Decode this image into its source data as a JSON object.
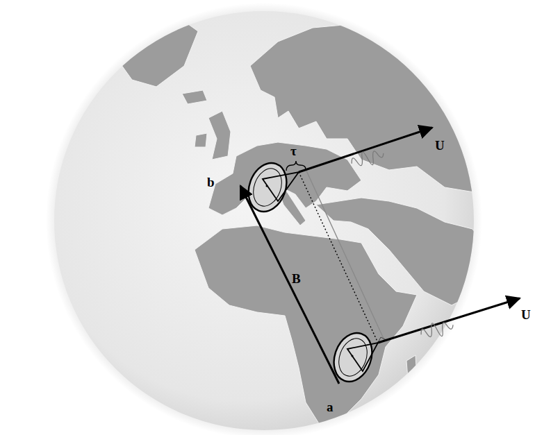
{
  "diagram": {
    "labels": [
      "b",
      "τ",
      "U",
      "B",
      "U",
      "a"
    ]
  }
}
